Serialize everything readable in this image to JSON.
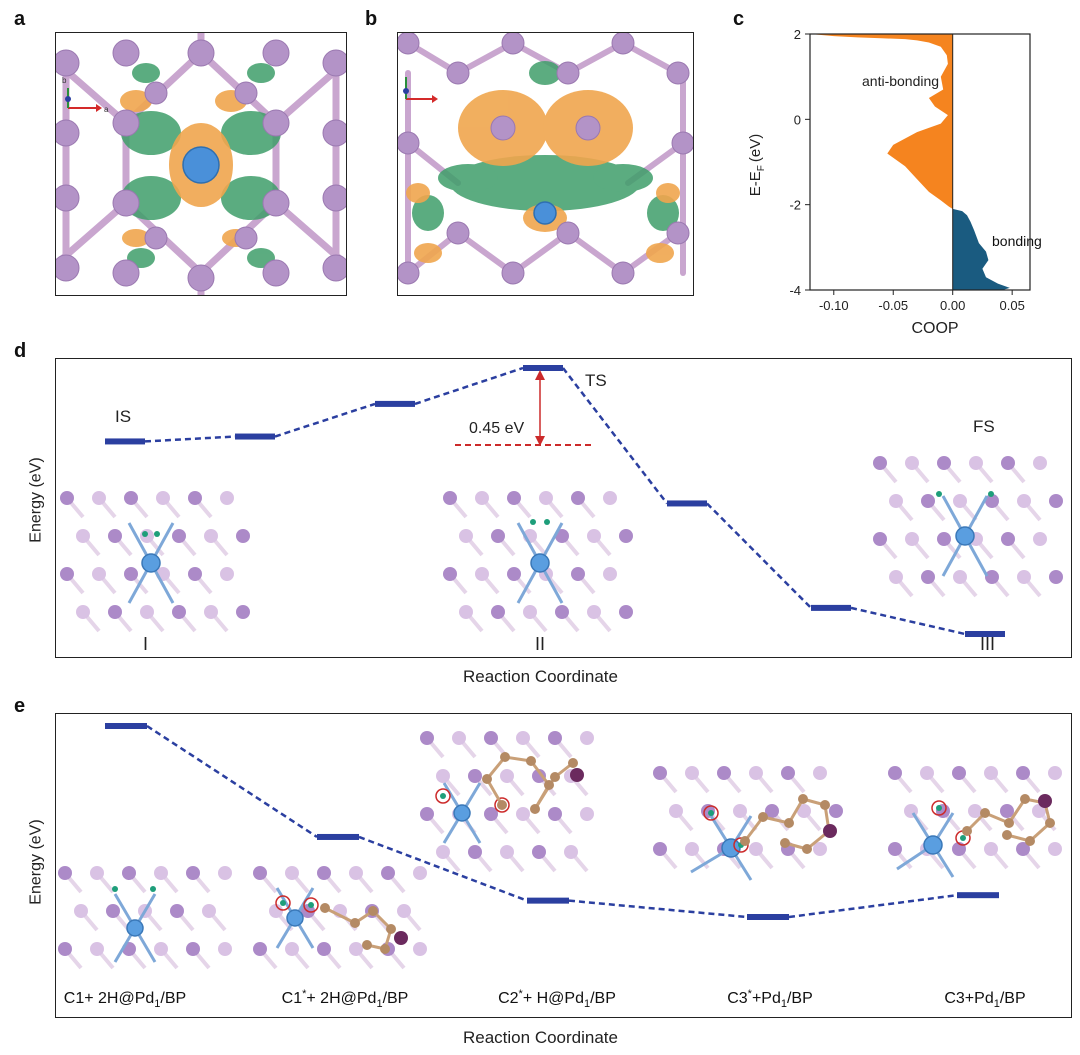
{
  "panels": {
    "a": {
      "label": "a"
    },
    "b": {
      "label": "b"
    },
    "c": {
      "label": "c"
    },
    "d": {
      "label": "d"
    },
    "e": {
      "label": "e"
    }
  },
  "axes_legend": {
    "b": "b",
    "a": "a"
  },
  "chart_data": [
    {
      "type": "area",
      "panel": "c",
      "ylabel": "E-E",
      "ylabel_sub": "F",
      "ylabel_unit": "(eV)",
      "xlabel": "COOP",
      "xlim": [
        -0.12,
        0.065
      ],
      "ylim": [
        -4,
        2
      ],
      "xticks": [
        "-0.10",
        "-0.05",
        "0.00",
        "0.05"
      ],
      "yticks": [
        "2",
        "0",
        "-2",
        "-4"
      ],
      "annotations": [
        "anti-bonding",
        "bonding"
      ],
      "colors": {
        "anti_bonding": "#f5841f",
        "bonding": "#1a5b80"
      },
      "series": [
        {
          "name": "anti-bonding",
          "x": [
            -0.12,
            -0.1,
            -0.08,
            -0.06,
            -0.04,
            -0.03,
            -0.02,
            -0.01,
            -0.005,
            -0.004,
            -0.01,
            -0.008,
            -0.02,
            -0.015,
            -0.004,
            -0.01,
            -0.03,
            -0.05,
            -0.055,
            -0.04,
            -0.03,
            -0.02,
            -0.01,
            -0.003,
            0.0
          ],
          "y": [
            2.0,
            1.95,
            1.92,
            1.9,
            1.88,
            1.85,
            1.8,
            1.7,
            1.5,
            1.3,
            1.0,
            0.7,
            0.5,
            0.3,
            0.1,
            -0.1,
            -0.3,
            -0.6,
            -0.8,
            -1.1,
            -1.4,
            -1.7,
            -1.9,
            -2.05,
            -2.1
          ]
        },
        {
          "name": "bonding",
          "x": [
            0.0,
            0.008,
            0.012,
            0.015,
            0.018,
            0.022,
            0.028,
            0.03,
            0.025,
            0.028,
            0.038,
            0.048,
            0.042,
            0.0
          ],
          "y": [
            -2.1,
            -2.15,
            -2.25,
            -2.4,
            -2.6,
            -2.9,
            -3.1,
            -3.3,
            -3.5,
            -3.7,
            -3.85,
            -3.95,
            -4.0,
            -4.0
          ]
        }
      ]
    },
    {
      "type": "line",
      "panel": "d",
      "ylabel": "Energy (eV)",
      "xlabel": "Reaction Coordinate",
      "state_labels": [
        "IS",
        "TS",
        "FS"
      ],
      "structure_labels": [
        "I",
        "II",
        "III"
      ],
      "barrier_label": "0.45 eV",
      "levels": [
        {
          "name": "IS",
          "energy": 0.0
        },
        {
          "name": "",
          "energy": 0.03
        },
        {
          "name": "",
          "energy": 0.23
        },
        {
          "name": "TS",
          "energy": 0.45
        },
        {
          "name": "",
          "energy": -0.38
        },
        {
          "name": "",
          "energy": -1.02
        },
        {
          "name": "FS",
          "energy": -1.18
        }
      ]
    },
    {
      "type": "line",
      "panel": "e",
      "ylabel": "Energy (eV)",
      "xlabel": "Reaction Coordinate",
      "categories": [
        "C1+ 2H@Pd1/BP",
        "C1*+ 2H@Pd1/BP",
        "C2*+ H@Pd1/BP",
        "C3*+Pd1/BP",
        "C3+Pd1/BP"
      ],
      "levels": [
        0.0,
        -0.61,
        -0.96,
        -1.05,
        -0.93
      ]
    }
  ],
  "e_labels": [
    {
      "pre": "C1+ 2H@Pd",
      "sub": "1",
      "post": "/BP"
    },
    {
      "pre": "C1",
      "sup": "*",
      "mid": "+ 2H@Pd",
      "sub": "1",
      "post": "/BP"
    },
    {
      "pre": "C2",
      "sup": "*",
      "mid": "+ H@Pd",
      "sub": "1",
      "post": "/BP"
    },
    {
      "pre": "C3",
      "sup": "*",
      "mid": "+Pd",
      "sub": "1",
      "post": "/BP"
    },
    {
      "pre": "C3+Pd",
      "sub": "1",
      "post": "/BP"
    }
  ],
  "colors": {
    "level": "#2b3fa0",
    "barrier": "#cc2a2a",
    "lattice": "#c9a6cf",
    "atom": "#b393c7",
    "pd": "#4a90d9",
    "iso_green": "#3f9e6a",
    "iso_orange": "#f0a64e"
  }
}
